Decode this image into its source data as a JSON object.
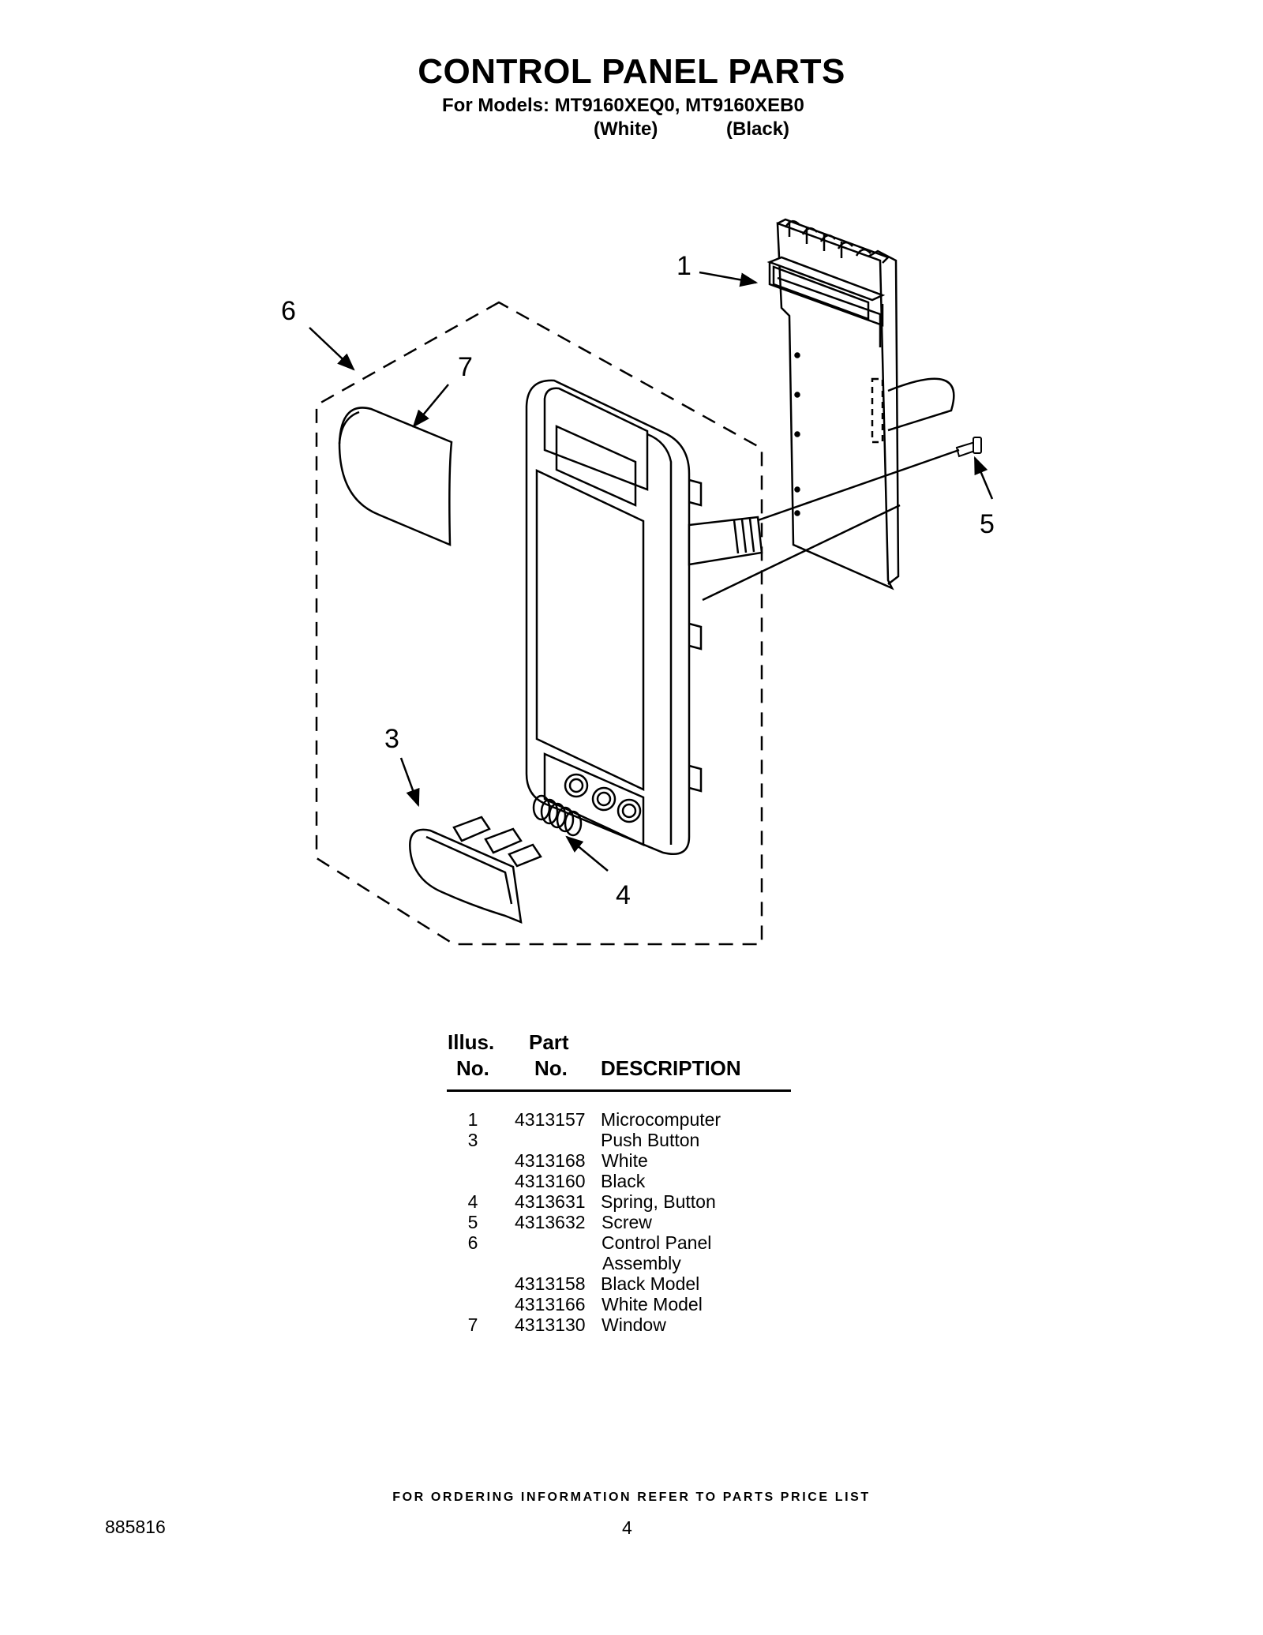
{
  "title": "CONTROL PANEL PARTS",
  "models": {
    "line": "For Models: MT9160XEQ0, MT9160XEB0",
    "variant_1": "(White)",
    "variant_2": "(Black)"
  },
  "callouts": [
    "1",
    "6",
    "7",
    "5",
    "3",
    "4"
  ],
  "table": {
    "header_illus_1": "Illus.",
    "header_illus_2": "No.",
    "header_part_1": "Part",
    "header_part_2": "No.",
    "header_desc": "DESCRIPTION",
    "rows": [
      {
        "illus": "1",
        "part": "4313157",
        "desc": "Microcomputer"
      },
      {
        "illus": "3",
        "part": "",
        "desc": "Push Button"
      },
      {
        "illus": "",
        "part": "4313168",
        "desc": "White"
      },
      {
        "illus": "",
        "part": "4313160",
        "desc": "Black"
      },
      {
        "illus": "4",
        "part": "4313631",
        "desc": "Spring, Button"
      },
      {
        "illus": "5",
        "part": "4313632",
        "desc": "Screw"
      },
      {
        "illus": "6",
        "part": "",
        "desc": "Control Panel"
      },
      {
        "illus": "",
        "part": "",
        "desc": "Assembly"
      },
      {
        "illus": "",
        "part": "4313158",
        "desc": "Black Model"
      },
      {
        "illus": "",
        "part": "4313166",
        "desc": "White Model"
      },
      {
        "illus": "7",
        "part": "4313130",
        "desc": "Window"
      }
    ]
  },
  "footer": "FOR ORDERING INFORMATION REFER TO PARTS PRICE LIST",
  "doc_number": "885816",
  "page_number": "4"
}
